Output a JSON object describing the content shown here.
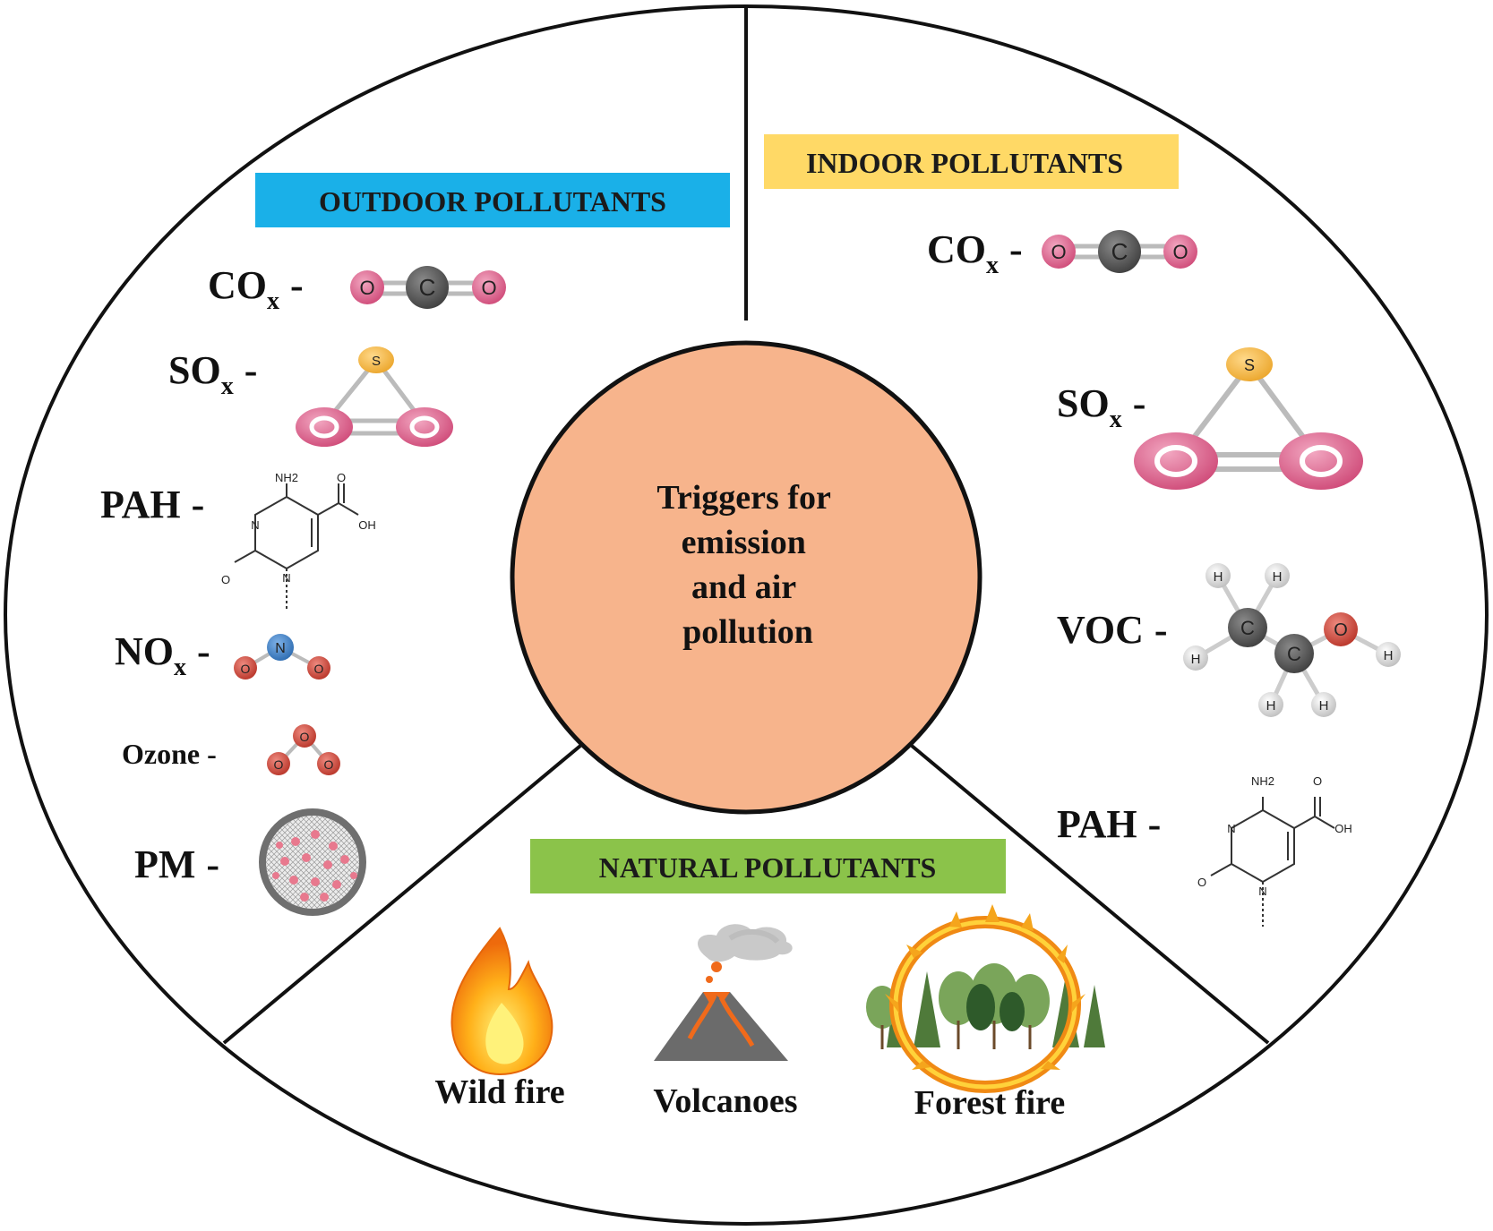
{
  "center": {
    "lines": [
      "Triggers for",
      "emission",
      "and air",
      "pollution"
    ]
  },
  "outdoor": {
    "title": "OUTDOOR POLLUTANTS",
    "items": [
      {
        "base": "CO",
        "sub": "x",
        "dash": "-"
      },
      {
        "base": "SO",
        "sub": "x",
        "dash": "-"
      },
      {
        "base": "PAH",
        "sub": "",
        "dash": "-"
      },
      {
        "base": "NO",
        "sub": "x",
        "dash": "-"
      },
      {
        "base": "Ozone",
        "sub": "",
        "dash": "-"
      },
      {
        "base": "PM",
        "sub": "",
        "dash": "-"
      }
    ]
  },
  "indoor": {
    "title": "INDOOR POLLUTANTS",
    "items": [
      {
        "base": "CO",
        "sub": "x",
        "dash": "-"
      },
      {
        "base": "SO",
        "sub": "x",
        "dash": "-"
      },
      {
        "base": "VOC",
        "sub": "",
        "dash": "-"
      },
      {
        "base": "PAH",
        "sub": "",
        "dash": "-"
      }
    ]
  },
  "natural": {
    "title": "NATURAL POLLUTANTS",
    "items": [
      {
        "label": "Wild fire",
        "icon": "flame-icon"
      },
      {
        "label": "Volcanoes",
        "icon": "volcano-icon"
      },
      {
        "label": "Forest fire",
        "icon": "forest-fire-icon"
      }
    ]
  },
  "atoms": {
    "carbon": "C",
    "oxygen": "O",
    "sulfur": "S",
    "nitrogen": "N",
    "hydrogen": "H",
    "nh2": "NH2",
    "oh": "OH"
  },
  "colors": {
    "center_fill": "#F7B48C",
    "outdoor_box": "#1AB0E8",
    "indoor_box": "#FFD966",
    "natural_box": "#8BC34A",
    "oxygen": "#D8557F",
    "carbon": "#555555",
    "sulfur": "#F2B535",
    "nitrogen": "#3B7EC4",
    "red_oxygen": "#C94A3D",
    "hydrogen": "#D9D9D9"
  }
}
